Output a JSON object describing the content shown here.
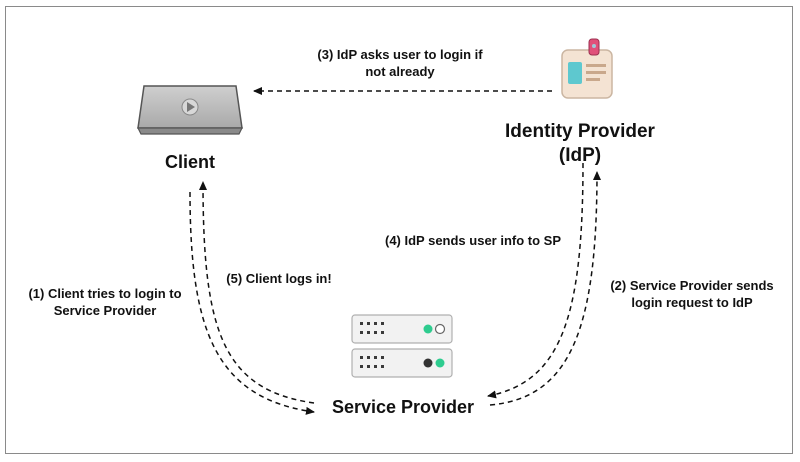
{
  "nodes": {
    "client": {
      "label": "Client"
    },
    "idp": {
      "label_line1": "Identity Provider",
      "label_line2": "(IdP)"
    },
    "sp": {
      "label": "Service Provider"
    }
  },
  "edges": {
    "step1": {
      "line1": "(1) Client tries to login to",
      "line2": "Service Provider"
    },
    "step2": {
      "line1": "(2) Service Provider sends",
      "line2": "login request to IdP"
    },
    "step3": {
      "line1": "(3) IdP asks user to login if",
      "line2": "not already"
    },
    "step4": {
      "line1": "(4) IdP sends user info to SP"
    },
    "step5": {
      "line1": "(5) Client logs in!"
    }
  },
  "icons": {
    "client": "laptop-icon",
    "idp": "id-badge-icon",
    "sp": "server-icon"
  },
  "colors": {
    "server_green": "#2ecc8f",
    "badge_teal": "#5ec8cf",
    "badge_pink": "#e0507a",
    "arrow": "#111111"
  }
}
